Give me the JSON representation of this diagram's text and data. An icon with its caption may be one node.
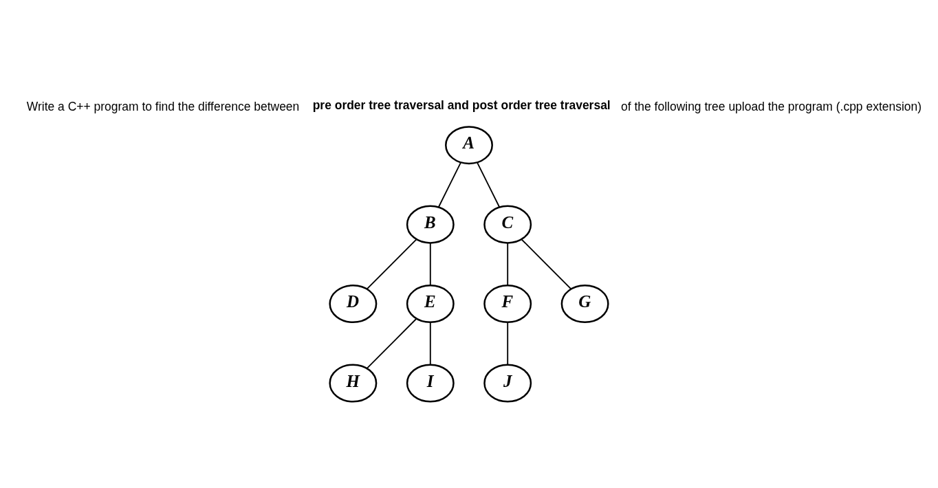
{
  "diagram": {
    "title": "Write a C++ program to find the difference between **pre order tree traversal and post order tree traversal** of the following tree upload the program (.cpp extension)",
    "nodes": [
      {
        "text": [
          "A"
        ]
      },
      {
        "text": [
          "B"
        ]
      },
      {
        "text": [
          "C"
        ]
      },
      {
        "text": [
          "D"
        ]
      },
      {
        "text": [
          "E"
        ]
      },
      {
        "text": [
          "F"
        ]
      },
      {
        "text": [
          "G"
        ]
      },
      {
        "text": [
          "H"
        ]
      },
      {
        "text": [
          "I"
        ]
      },
      {
        "text": [
          "J"
        ]
      }
    ],
    "edges": [
      {
        "from": 0,
        "to": 1,
        "arrow": "none"
      },
      {
        "from": 0,
        "to": 2,
        "arrow": "none"
      },
      {
        "from": 1,
        "to": 3,
        "arrow": "none"
      },
      {
        "from": 1,
        "to": 4,
        "arrow": "none"
      },
      {
        "from": 2,
        "to": 5,
        "arrow": "none"
      },
      {
        "from": 2,
        "to": 6,
        "arrow": "none"
      },
      {
        "from": 4,
        "to": 7,
        "arrow": "none"
      },
      {
        "from": 4,
        "to": 8,
        "arrow": "none"
      },
      {
        "from": 5,
        "to": 9,
        "arrow": "none"
      }
    ]
  }
}
